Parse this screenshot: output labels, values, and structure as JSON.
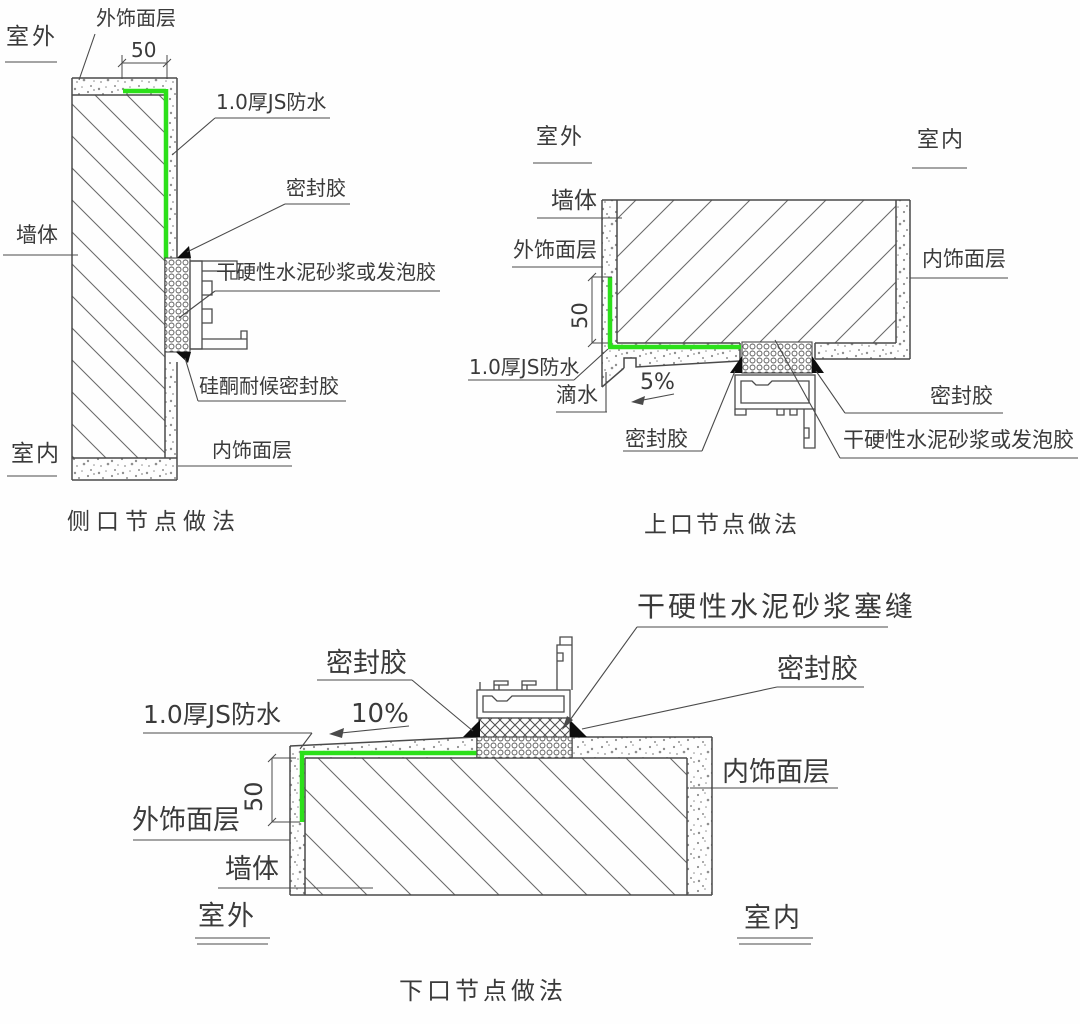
{
  "title": "窗洞口节点做法详图",
  "colors": {
    "line": "#4a4a4a",
    "hatch": "#6b6b6b",
    "stipple_dot": "#8f8f8f",
    "waterproof_green": "#2ce01a",
    "sealant_black": "#0d0d0d",
    "text": "#3a3a3a",
    "background": "#fefefe"
  },
  "diagrams": {
    "side": {
      "caption": "侧口节点做法",
      "labels": {
        "outdoor": "室外",
        "indoor": "室内",
        "wall": "墙体",
        "exterior_finish": "外饰面层",
        "interior_finish": "内饰面层",
        "dim_50": "50",
        "js_waterproof": "1.0厚JS防水",
        "sealant": "密封胶",
        "mortar_or_foam": "干硬性水泥砂浆或发泡胶",
        "silicone_sealant": "硅酮耐候密封胶"
      }
    },
    "top": {
      "caption": "上口节点做法",
      "labels": {
        "outdoor": "室外",
        "indoor": "室内",
        "wall": "墙体",
        "exterior_finish": "外饰面层",
        "interior_finish": "内饰面层",
        "dim_50": "50",
        "js_waterproof": "1.0厚JS防水",
        "drip": "滴水",
        "slope": "5%",
        "sealant": "密封胶",
        "mortar_or_foam": "干硬性水泥砂浆或发泡胶"
      }
    },
    "bottom": {
      "caption": "下口节点做法",
      "labels": {
        "outdoor": "室外",
        "indoor": "室内",
        "wall": "墙体",
        "exterior_finish": "外饰面层",
        "interior_finish": "内饰面层",
        "dim_50": "50",
        "js_waterproof": "1.0厚JS防水",
        "slope": "10%",
        "sealant": "密封胶",
        "mortar_caulk": "干硬性水泥砂浆塞缝"
      }
    }
  }
}
